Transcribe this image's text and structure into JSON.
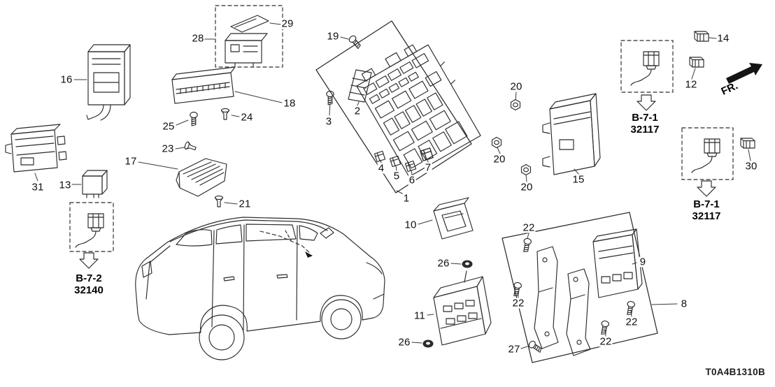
{
  "diagram": {
    "code": "T0A4B1310B",
    "fr_label": "FR."
  },
  "callouts": {
    "n1": "1",
    "n2": "2",
    "n3": "3",
    "n4": "4",
    "n5": "5",
    "n6": "6",
    "n7": "7",
    "n8": "8",
    "n9": "9",
    "n10": "10",
    "n11": "11",
    "n12": "12",
    "n13": "13",
    "n14": "14",
    "n15": "15",
    "n16": "16",
    "n17": "17",
    "n18": "18",
    "n19": "19",
    "n20": "20",
    "n21": "21",
    "n22": "22",
    "n23": "23",
    "n24": "24",
    "n25": "25",
    "n26": "26",
    "n27": "27",
    "n28": "28",
    "n29": "29",
    "n30": "30",
    "n31": "31"
  },
  "refs": {
    "b71": {
      "line1": "B-7-1",
      "line2": "32117"
    },
    "b72": {
      "line1": "B-7-2",
      "line2": "32140"
    }
  }
}
